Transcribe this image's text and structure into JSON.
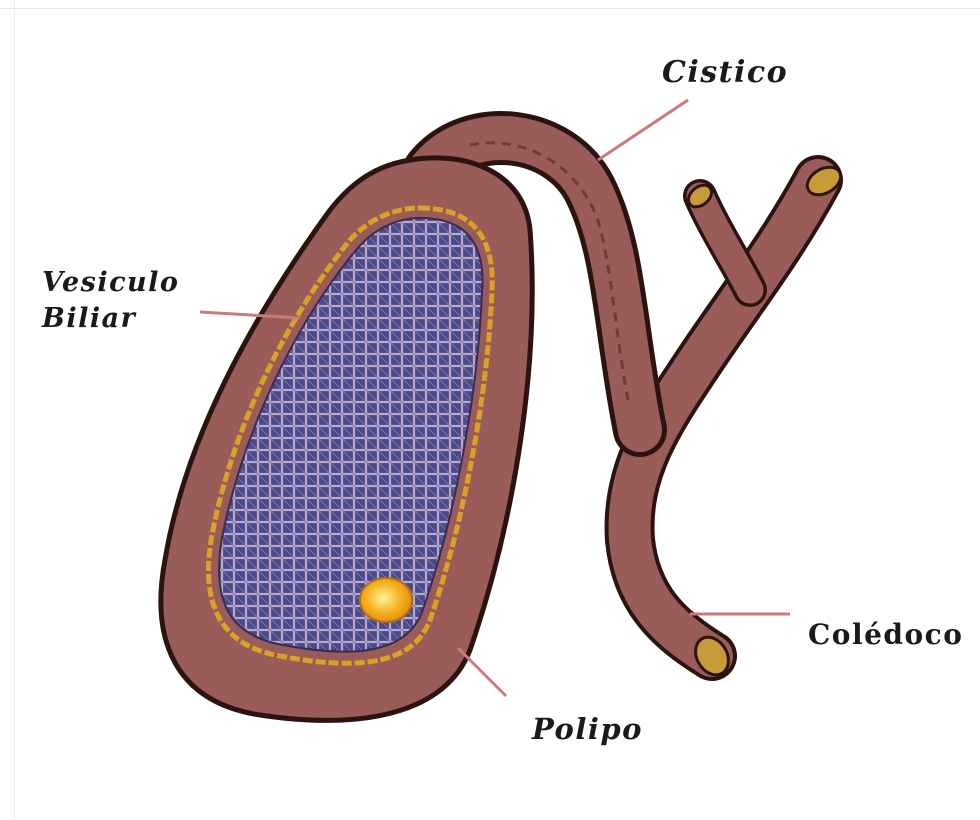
{
  "labels": {
    "cistico": "Cistico",
    "vesicula_line1": "Vesiculo",
    "vesicula_line2": "Biliar",
    "coledoco": "Colédoco",
    "polipo": "Polipo"
  },
  "colors": {
    "wall": "#9a5c58",
    "outline": "#2b1410",
    "lumen": "#4a4a8a",
    "mesh": "#b9a9c9",
    "yellow_border": "#d9a227",
    "polyp": "#f6b31d",
    "leader": "#c97a7a"
  }
}
